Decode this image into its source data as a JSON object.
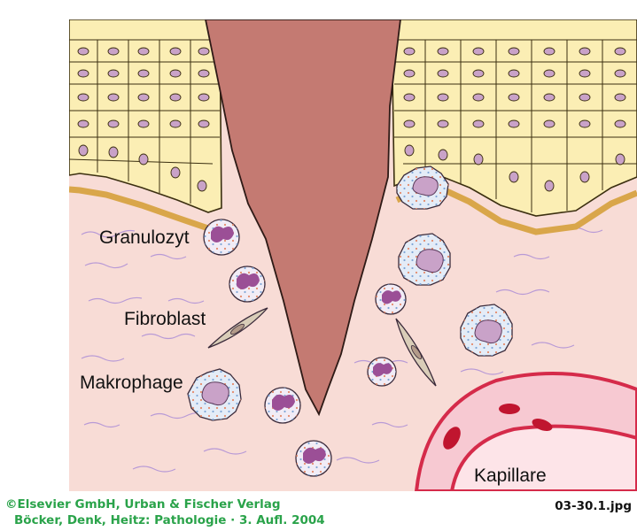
{
  "labels": {
    "granulozyt": "Granulozyt",
    "fibroblast": "Fibroblast",
    "makrophage": "Makrophage",
    "kapillare": "Kapillare"
  },
  "credit": {
    "line1": "©Elsevier GmbH, Urban & Fischer Verlag",
    "line2": "Böcker, Denk, Heitz: Pathologie · 3. Aufl. 2004"
  },
  "file_id": "03-30.1.jpg",
  "colors": {
    "dermis": "#f8dcd6",
    "wound": "#c47a72",
    "epidermis_cell": "#fbeeb4",
    "nucleus": "#c9a2c8",
    "granulocyte_nucleus": "#9b4f96",
    "capillary_wall": "#d52b4a",
    "credit_text": "#2aa34a"
  }
}
